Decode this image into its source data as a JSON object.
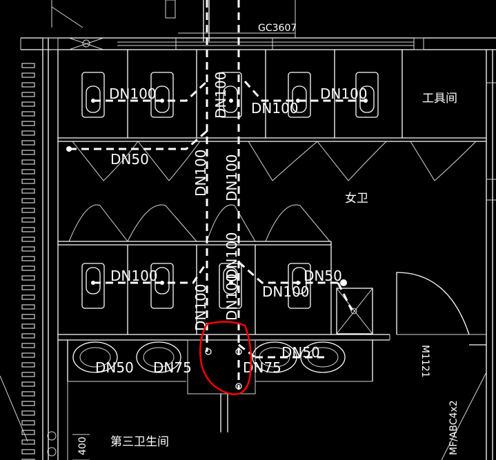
{
  "labels": {
    "dn100": "DN100",
    "dn75": "DN75",
    "dn50": "DN50",
    "grid_ref": "GC3607",
    "tool_room": "工具间",
    "womens_toilet": "女卫",
    "restroom_3": "第三卫生间",
    "door_code": "M1121",
    "fixture_code": "MF/ABC4x2",
    "dim_400": "400"
  },
  "colors": {
    "background": "#000000",
    "linework": "#ffffff",
    "markup": "#ff0000"
  }
}
